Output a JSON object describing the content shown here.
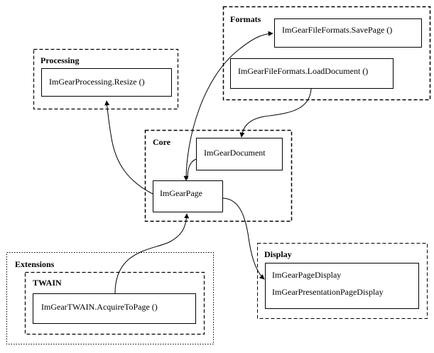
{
  "groups": {
    "formats": "Formats",
    "processing": "Processing",
    "core": "Core",
    "display": "Display",
    "extensions": "Extensions",
    "twain": "TWAIN"
  },
  "nodes": {
    "save_page": "ImGearFileFormats.SavePage ()",
    "load_document": "ImGearFileFormats.LoadDocument ()",
    "resize": "ImGearProcessing.Resize ()",
    "document": "ImGearDocument",
    "page": "ImGearPage",
    "page_display": "ImGearPageDisplay",
    "presentation_page_display": "ImGearPresentationPageDisplay",
    "acquire_to_page": "ImGearTWAIN.AcquireToPage ()"
  },
  "colors": {
    "stroke": "#000000",
    "fill": "#ffffff"
  }
}
